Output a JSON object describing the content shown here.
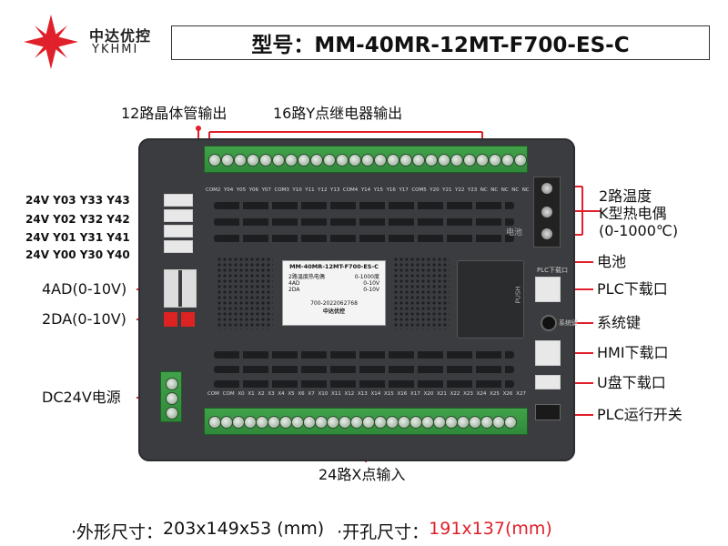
{
  "brand": {
    "name_cn": "中达优控",
    "name_en": "YKHMI"
  },
  "model_title": "型号：MM-40MR-12MT-F700-ES-C",
  "callouts": {
    "transistor_out": "12路晶体管输出",
    "relay_out": "16路Y点继电器输出",
    "thermocouple_l1": "2路温度",
    "thermocouple_l2": "K型热电偶",
    "thermocouple_l3": "(0-1000℃)",
    "battery": "电池",
    "plc_download": "PLC下载口",
    "system_key": "系统键",
    "hmi_download": "HMI下载口",
    "usb_download": "U盘下载口",
    "run_switch": "PLC运行开关",
    "ad4": "4AD(0-10V)",
    "da2": "2DA(0-10V)",
    "dc24": "DC24V电源",
    "x_input": "24路X点输入"
  },
  "left_ports": [
    "24V  Y03  Y33  Y43",
    "24V  Y02  Y32  Y42",
    "24V  Y01  Y31  Y41",
    "24V  Y00  Y30  Y40"
  ],
  "top_pins": [
    "COM2",
    "Y04",
    "Y05",
    "Y06",
    "Y07",
    "COM3",
    "Y10",
    "Y11",
    "Y12",
    "Y13",
    "COM4",
    "Y14",
    "Y15",
    "Y16",
    "Y17",
    "COM5",
    "Y20",
    "Y21",
    "Y22",
    "Y23",
    "NC",
    "NC",
    "NC",
    "NC",
    "NC"
  ],
  "bottom_pins": [
    "COM",
    "COM",
    "X0",
    "X1",
    "X2",
    "X3",
    "X4",
    "X5",
    "X6",
    "X7",
    "X10",
    "X11",
    "X12",
    "X13",
    "X14",
    "X15",
    "X16",
    "X17",
    "X20",
    "X21",
    "X22",
    "X23",
    "X24",
    "X25",
    "X26",
    "X27"
  ],
  "label_plate": {
    "model": "MM-40MR-12MT-F700-ES-C",
    "rows": [
      [
        "2路温度热电偶",
        "0-1000度"
      ],
      [
        "4AD",
        "0-10V"
      ],
      [
        "2DA",
        "0-10V"
      ]
    ],
    "serial": "700-2022062768",
    "logo": "中达优控"
  },
  "device_marks": {
    "battery_mark": "电池",
    "push": "PUSH",
    "plc_port": "PLC下载口",
    "sys_key": "系统键"
  },
  "dimensions": {
    "outer_label": "·外形尺寸：",
    "outer_value": "203x149x53 (mm)",
    "cutout_label": "·开孔尺寸：",
    "cutout_value": "191x137(mm)"
  },
  "colors": {
    "accent_red": "#e0202a",
    "terminal_green": "#3a9a45",
    "device_body": "#3b3c3f"
  }
}
